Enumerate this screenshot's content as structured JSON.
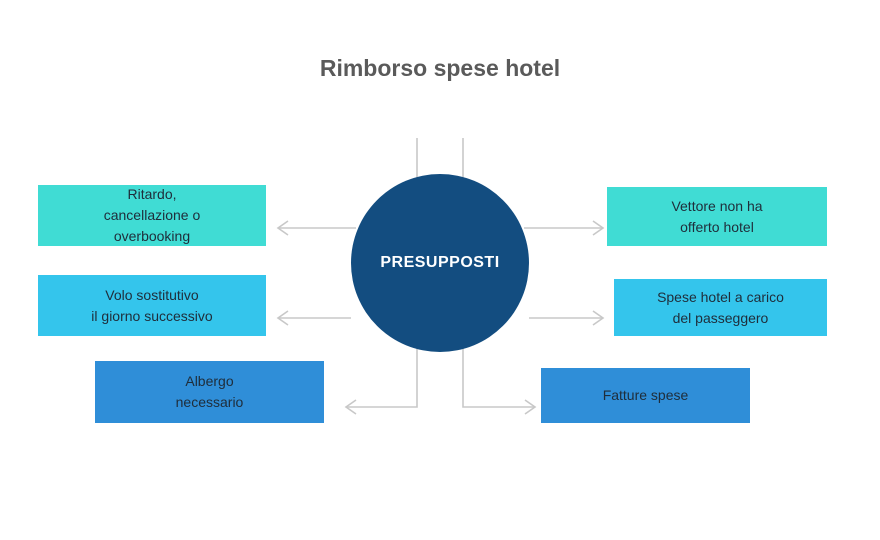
{
  "title": "Rimborso spese hotel",
  "center": {
    "label": "PRESUPPOSTI",
    "color": "#134d80"
  },
  "left_items": [
    {
      "label": "Ritardo,\ncancellazione o\noverbooking"
    },
    {
      "label": "Volo sostitutivo\nil giorno successivo"
    },
    {
      "label": "Albergo\nnecessario"
    }
  ],
  "right_items": [
    {
      "label": "Vettore non ha\nofferto hotel"
    },
    {
      "label": "Spese hotel a carico\ndel passeggero"
    },
    {
      "label": "Fatture spese"
    }
  ],
  "colors": {
    "teal": "#40dcd4",
    "cyan": "#34c5ec",
    "blue": "#2f8ed8",
    "connector": "#c8c8c8"
  }
}
